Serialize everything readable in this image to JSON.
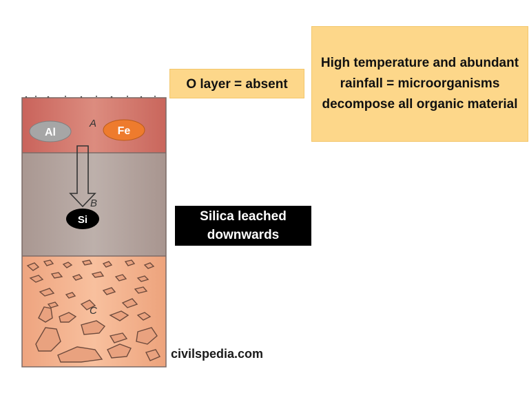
{
  "horizons": {
    "a": "A",
    "b": "B",
    "c": "C"
  },
  "elements": {
    "aluminium": "Al",
    "iron": "Fe",
    "silica": "Si"
  },
  "callouts": {
    "o_layer": "O layer = absent",
    "climate": "High temperature and abundant rainfall = microorganisms decompose all organic material",
    "silica": "Silica leached downwards"
  },
  "credit": "civilspedia.com",
  "colors": {
    "a_horizon": "#d47a6f",
    "b_horizon": "#b3a5a0",
    "c_horizon": "#f5b590",
    "callout_fill": "#fdd78a",
    "fe_oval": "#ee7b2d",
    "al_oval": "#a6a6a6"
  }
}
